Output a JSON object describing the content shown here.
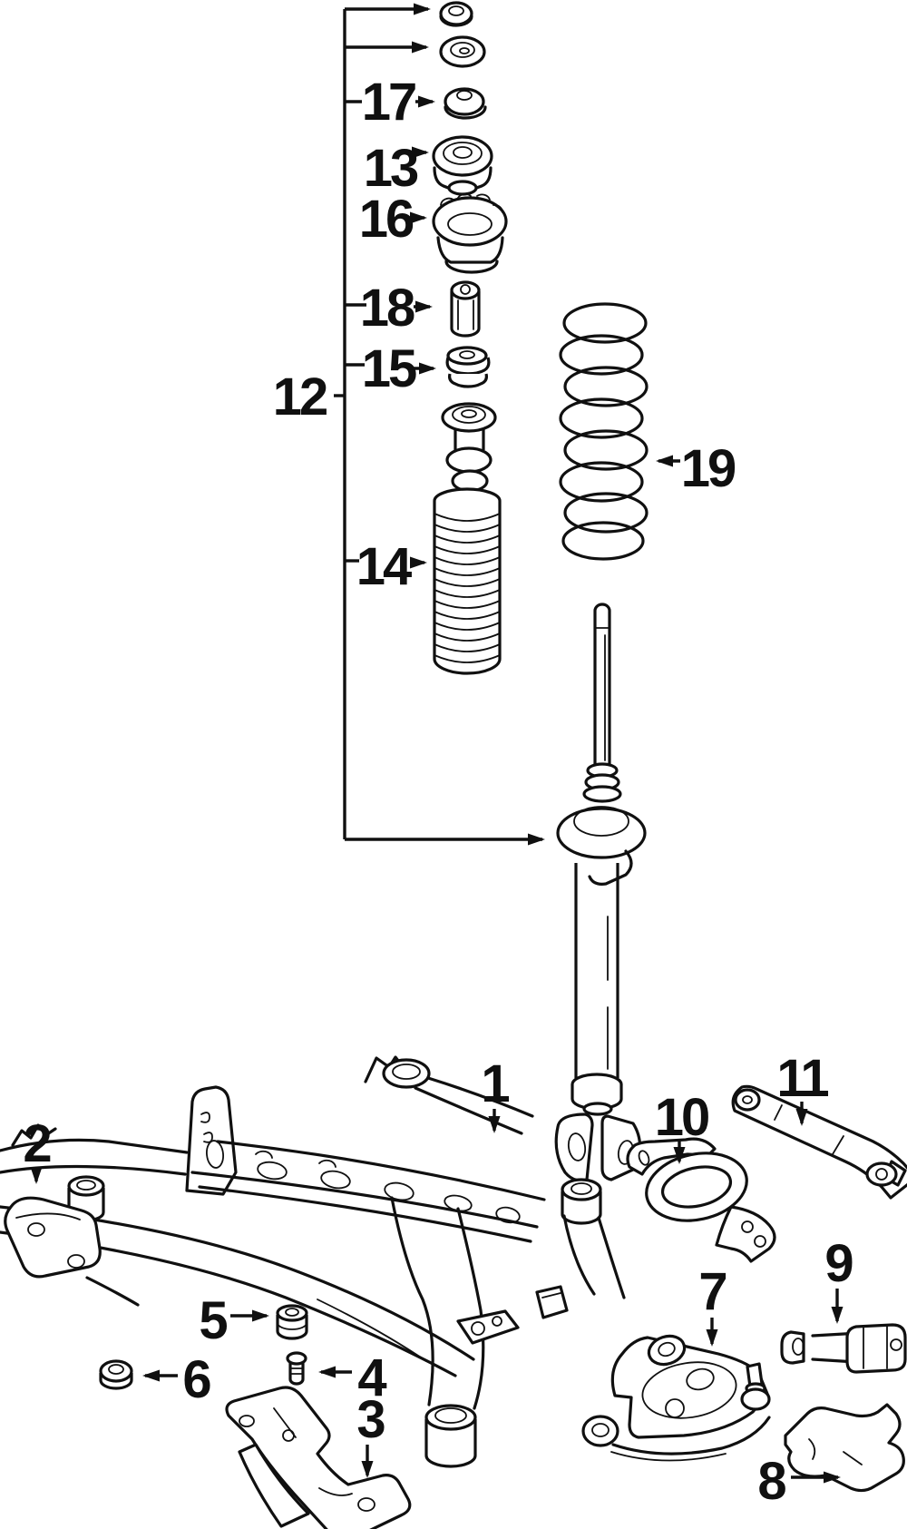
{
  "figure": {
    "kind": "exploded-parts-line-diagram",
    "background_color": "#ffffff",
    "ink_color": "#101010",
    "callouts": {
      "n1": "1",
      "n2": "2",
      "n3": "3",
      "n4": "4",
      "n5": "5",
      "n6": "6",
      "n7": "7",
      "n8": "8",
      "n9": "9",
      "n10": "10",
      "n11": "11",
      "n12": "12",
      "n13": "13",
      "n14": "14",
      "n15": "15",
      "n16": "16",
      "n17": "17",
      "n18": "18",
      "n19": "19"
    }
  }
}
